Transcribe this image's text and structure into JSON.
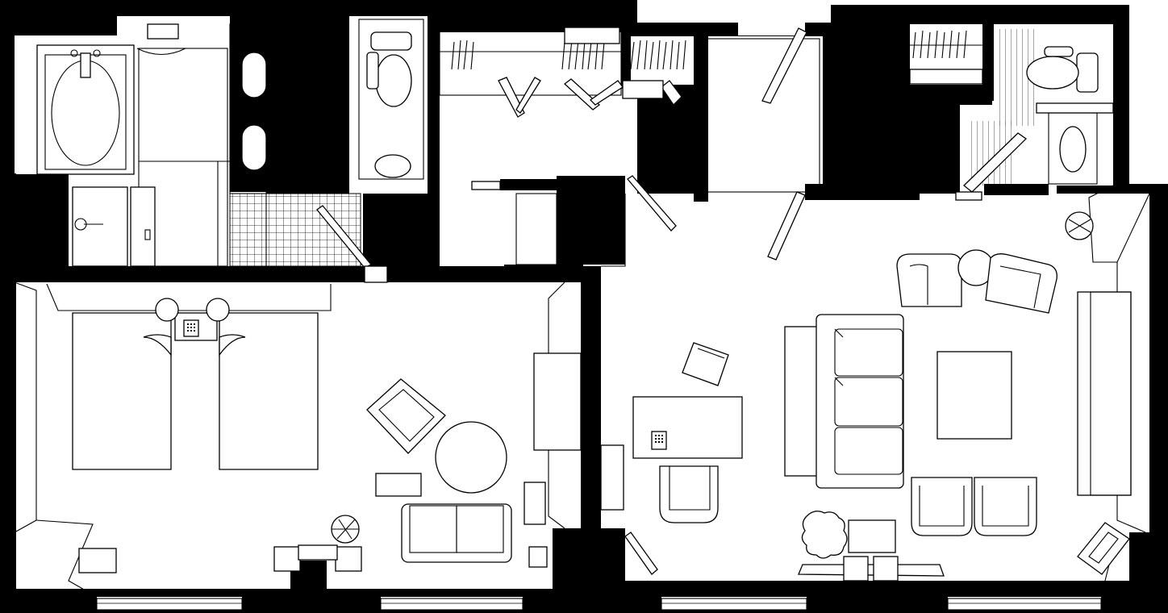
{
  "plan": {
    "rooms": [
      {
        "id": "bedroom",
        "features": [
          "twin-bed",
          "twin-bed",
          "nightstand-lamp",
          "nightstand-lamp",
          "telephone",
          "armchair",
          "round-table",
          "ottoman",
          "loveseat",
          "tv-console",
          "side-table",
          "floor-lamp"
        ]
      },
      {
        "id": "master-bathroom",
        "features": [
          "bathtub",
          "shower",
          "vanity-sinks",
          "toilet"
        ]
      },
      {
        "id": "walk-in-closet",
        "features": [
          "hanging-rail",
          "folding-doors"
        ]
      },
      {
        "id": "entrance-hall",
        "features": [
          "double-doors"
        ]
      },
      {
        "id": "living-room",
        "features": [
          "sofa",
          "armchair-pair",
          "round-side-table",
          "coffee-table",
          "writing-desk",
          "desk-chair",
          "telephone",
          "console",
          "plant",
          "floor-lamp",
          "magazine-rack"
        ]
      },
      {
        "id": "powder-room",
        "features": [
          "toilet",
          "sink"
        ]
      },
      {
        "id": "guest-closet",
        "features": [
          "hanging-rail"
        ]
      }
    ],
    "colors": {
      "walls": "#000000",
      "furniture_fill": "#ffffff",
      "lines": "#000000"
    }
  }
}
